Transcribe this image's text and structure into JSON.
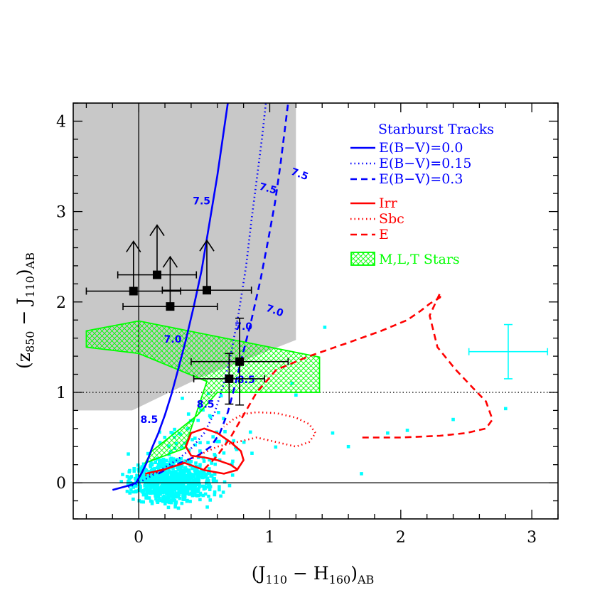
{
  "chart_data": {
    "type": "scatter",
    "title": "",
    "xlabel": {
      "main": "(J",
      "sub1": "110",
      "mid": " − H",
      "sub2": "160",
      "end": ")",
      "sub3": "AB"
    },
    "ylabel": {
      "main": "(z",
      "sub1": "850",
      "mid": " − J",
      "sub2": "110",
      "end": ")",
      "sub3": "AB"
    },
    "xlim": [
      -0.5,
      3.2
    ],
    "ylim": [
      -0.4,
      4.2
    ],
    "x_ticks": [
      0,
      1,
      2,
      3
    ],
    "x_tick_labels": [
      "0",
      "1",
      "2",
      "3"
    ],
    "y_ticks": [
      0,
      1,
      2,
      3,
      4
    ],
    "y_tick_labels": [
      "0",
      "1",
      "2",
      "3",
      "4"
    ],
    "grid": false,
    "colors": {
      "starburst": "#0000ff",
      "galaxy": "#ff0000",
      "stars": "#00ff00",
      "field": "#00ffff",
      "shade": "#c8c8c8",
      "candidates": "#000000"
    },
    "selection_region": [
      [
        -0.5,
        4.2
      ],
      [
        1.2,
        4.2
      ],
      [
        1.2,
        1.58
      ],
      [
        0.45,
        1.15
      ],
      [
        -0.05,
        0.8
      ],
      [
        -0.5,
        0.8
      ]
    ],
    "reference_lines": [
      {
        "type": "vertical",
        "x": 0,
        "style": "solid"
      },
      {
        "type": "horizontal",
        "y": 0,
        "style": "solid"
      },
      {
        "type": "horizontal",
        "y": 1.0,
        "style": "dotted"
      }
    ],
    "series": [
      {
        "name": "E(B−V)=0.0",
        "group": "starburst",
        "style": "solid",
        "x": [
          -0.2,
          -0.15,
          -0.1,
          -0.05,
          -0.02,
          0.02,
          0.06,
          0.1,
          0.15,
          0.2,
          0.25,
          0.3,
          0.36,
          0.42,
          0.48,
          0.52,
          0.56,
          0.6,
          0.63,
          0.66,
          0.68
        ],
        "y": [
          -0.08,
          -0.06,
          -0.04,
          -0.02,
          0.0,
          0.1,
          0.22,
          0.38,
          0.55,
          0.75,
          0.98,
          1.25,
          1.58,
          1.95,
          2.35,
          2.7,
          3.05,
          3.4,
          3.7,
          4.0,
          4.2
        ]
      },
      {
        "name": "E(B−V)=0.15",
        "group": "starburst",
        "style": "dotted",
        "x": [
          -0.08,
          0.0,
          0.1,
          0.2,
          0.3,
          0.4,
          0.5,
          0.58,
          0.64,
          0.7,
          0.76,
          0.82,
          0.86,
          0.9,
          0.94,
          0.97
        ],
        "y": [
          -0.05,
          0.0,
          0.08,
          0.17,
          0.26,
          0.38,
          0.55,
          0.78,
          1.05,
          1.4,
          1.85,
          2.4,
          2.9,
          3.35,
          3.8,
          4.2
        ]
      },
      {
        "name": "E(B−V)=0.3",
        "group": "starburst",
        "style": "dashed",
        "x": [
          0.15,
          0.25,
          0.35,
          0.45,
          0.55,
          0.62,
          0.68,
          0.73,
          0.79,
          0.86,
          0.93,
          0.99,
          1.04,
          1.08,
          1.11,
          1.14
        ],
        "y": [
          0.1,
          0.18,
          0.24,
          0.3,
          0.4,
          0.55,
          0.78,
          1.05,
          1.4,
          1.8,
          2.25,
          2.7,
          3.1,
          3.5,
          3.85,
          4.2
        ]
      },
      {
        "name": "Irr",
        "group": "galaxy",
        "style": "solid",
        "x": [
          0.05,
          0.2,
          0.35,
          0.5,
          0.65,
          0.75,
          0.8,
          0.78,
          0.7,
          0.6,
          0.5,
          0.4,
          0.36,
          0.4,
          0.5,
          0.6,
          0.7,
          0.75
        ],
        "y": [
          0.1,
          0.15,
          0.22,
          0.14,
          0.1,
          0.14,
          0.25,
          0.35,
          0.45,
          0.55,
          0.6,
          0.55,
          0.4,
          0.3,
          0.28,
          0.25,
          0.2,
          0.15
        ]
      },
      {
        "name": "Sbc",
        "group": "galaxy",
        "style": "dotted",
        "x": [
          0.05,
          0.15,
          0.3,
          0.45,
          0.6,
          0.75,
          0.9,
          1.05,
          1.2,
          1.3,
          1.35,
          1.3,
          1.2,
          1.05,
          0.9,
          0.8,
          0.72,
          0.65
        ],
        "y": [
          0.08,
          0.12,
          0.2,
          0.3,
          0.4,
          0.45,
          0.5,
          0.45,
          0.4,
          0.45,
          0.55,
          0.65,
          0.72,
          0.77,
          0.78,
          0.76,
          0.7,
          0.62
        ]
      },
      {
        "name": "E",
        "group": "galaxy",
        "style": "dashed",
        "x": [
          0.5,
          0.6,
          0.7,
          0.8,
          0.9,
          1.05,
          1.3,
          1.6,
          1.85,
          2.05,
          2.15,
          2.22,
          2.3,
          2.3,
          2.22,
          2.28,
          2.42,
          2.55,
          2.65,
          2.7,
          2.65,
          2.5,
          2.3,
          2.0,
          1.7
        ],
        "y": [
          0.15,
          0.3,
          0.5,
          0.75,
          1.0,
          1.25,
          1.4,
          1.55,
          1.68,
          1.8,
          1.9,
          1.98,
          2.05,
          2.1,
          1.85,
          1.5,
          1.25,
          1.05,
          0.9,
          0.7,
          0.6,
          0.55,
          0.52,
          0.5,
          0.5
        ]
      }
    ],
    "star_regions": [
      {
        "name": "M,L,T Stars",
        "polygon": [
          [
            -0.4,
            1.68
          ],
          [
            0.0,
            1.79
          ],
          [
            1.38,
            1.39
          ],
          [
            1.38,
            1.0
          ],
          [
            0.6,
            1.0
          ],
          [
            0.45,
            0.75
          ],
          [
            0.1,
            0.35
          ],
          [
            0.05,
            0.22
          ],
          [
            0.35,
            0.38
          ],
          [
            0.52,
            1.12
          ],
          [
            0.0,
            1.43
          ],
          [
            -0.4,
            1.5
          ]
        ]
      }
    ],
    "age_labels": [
      {
        "text": "7.5",
        "x": 0.48,
        "y": 3.08,
        "rotate": 0
      },
      {
        "text": "7.5",
        "x": 0.98,
        "y": 3.22,
        "rotate": 15
      },
      {
        "text": "7.5",
        "x": 1.22,
        "y": 3.38,
        "rotate": 20
      },
      {
        "text": "7.0",
        "x": 0.26,
        "y": 1.55,
        "rotate": 0
      },
      {
        "text": "7.0",
        "x": 0.8,
        "y": 1.69,
        "rotate": 0
      },
      {
        "text": "7.0",
        "x": 1.03,
        "y": 1.87,
        "rotate": 20
      },
      {
        "text": "8.5",
        "x": 0.82,
        "y": 1.1,
        "rotate": 0
      },
      {
        "text": "8.5",
        "x": 0.51,
        "y": 0.83,
        "rotate": 0
      },
      {
        "text": "8.5",
        "x": 0.08,
        "y": 0.66,
        "rotate": 0
      }
    ],
    "candidates": [
      {
        "x": 0.14,
        "y": 2.3,
        "xerr": 0.3,
        "lower_limit": true
      },
      {
        "x": -0.04,
        "y": 2.12,
        "xerr": 0.36,
        "lower_limit": true
      },
      {
        "x": 0.52,
        "y": 2.13,
        "xerr": 0.34,
        "lower_limit": true
      },
      {
        "x": 0.24,
        "y": 1.95,
        "xerr": 0.36,
        "lower_limit": true
      },
      {
        "x": 0.77,
        "y": 1.34,
        "xerr": 0.37,
        "yerr": 0.48,
        "lower_limit": false
      },
      {
        "x": 0.69,
        "y": 1.15,
        "xerr": 0.27,
        "yerr": 0.28,
        "lower_limit": false
      }
    ],
    "typical_error": {
      "x": 2.82,
      "y": 1.45,
      "xerr": 0.3,
      "yerr": 0.3
    },
    "field_scatter_outliers": [
      [
        1.42,
        1.72
      ],
      [
        1.17,
        1.1
      ],
      [
        1.2,
        0.97
      ],
      [
        1.48,
        0.55
      ],
      [
        1.6,
        0.4
      ],
      [
        1.7,
        0.1
      ],
      [
        1.9,
        0.55
      ],
      [
        2.05,
        0.58
      ],
      [
        2.8,
        0.82
      ],
      [
        2.4,
        0.7
      ]
    ]
  },
  "legend": {
    "starburst_title": "Starburst Tracks",
    "starburst": [
      "E(B−V)=0.0",
      "E(B−V)=0.15",
      "E(B−V)=0.3"
    ],
    "galaxy": [
      "Irr",
      "Sbc",
      "E"
    ],
    "stars": "M,L,T Stars"
  }
}
